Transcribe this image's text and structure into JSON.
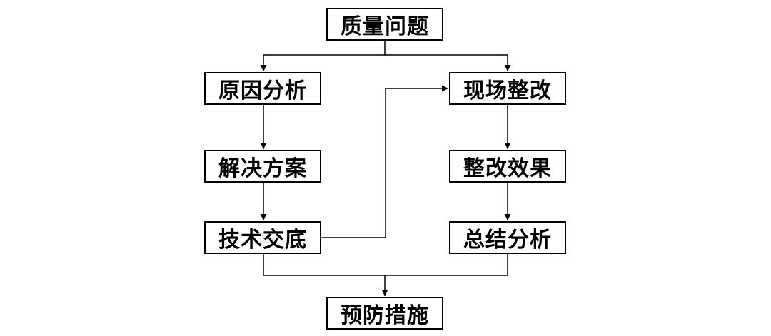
{
  "nodes": {
    "quality_issue": "质量问题",
    "cause_analysis": "原因分析",
    "solution_plan": "解决方案",
    "tech_briefing": "技术交底",
    "onsite_rectification": "现场整改",
    "rectification_effect": "整改效果",
    "summary_analysis": "总结分析",
    "preventive_measures": "预防措施"
  },
  "colors": {
    "line": "#000000",
    "box_border": "#000000",
    "background": "#ffffff"
  }
}
